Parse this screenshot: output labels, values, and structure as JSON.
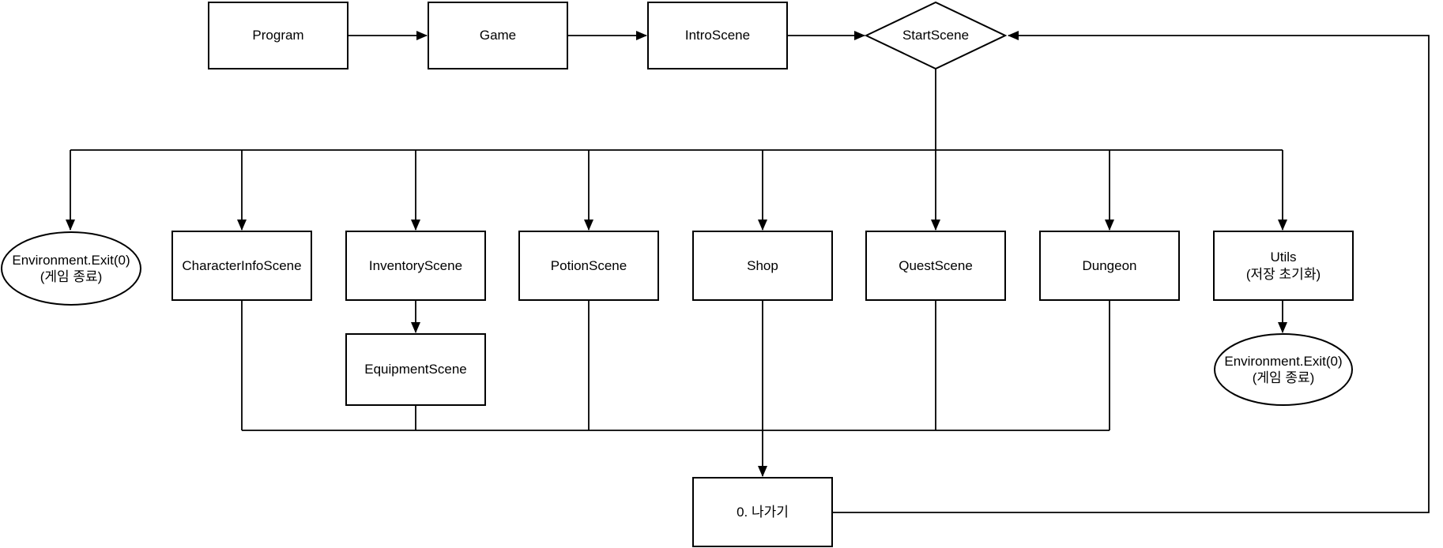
{
  "diagram_type": "flowchart",
  "colors": {
    "stroke": "#000000",
    "fill": "#ffffff",
    "background": "#ffffff",
    "text": "#000000"
  },
  "nodes": {
    "program": {
      "label": "Program",
      "shape": "rectangle"
    },
    "game": {
      "label": "Game",
      "shape": "rectangle"
    },
    "intro_scene": {
      "label": "IntroScene",
      "shape": "rectangle"
    },
    "start_scene": {
      "label": "StartScene",
      "shape": "diamond"
    },
    "exit_left": {
      "label_line1": "Environment.Exit(0)",
      "label_line2": "(게임 종료)",
      "shape": "ellipse"
    },
    "character_info_scene": {
      "label": "CharacterInfoScene",
      "shape": "rectangle"
    },
    "inventory_scene": {
      "label": "InventoryScene",
      "shape": "rectangle"
    },
    "potion_scene": {
      "label": "PotionScene",
      "shape": "rectangle"
    },
    "shop": {
      "label": "Shop",
      "shape": "rectangle"
    },
    "quest_scene": {
      "label": "QuestScene",
      "shape": "rectangle"
    },
    "dungeon": {
      "label": "Dungeon",
      "shape": "rectangle"
    },
    "utils": {
      "label_line1": "Utils",
      "label_line2": "(저장 초기화)",
      "shape": "rectangle"
    },
    "equipment_scene": {
      "label": "EquipmentScene",
      "shape": "rectangle"
    },
    "exit_right": {
      "label_line1": "Environment.Exit(0)",
      "label_line2": "(게임 종료)",
      "shape": "ellipse"
    },
    "exit_menu": {
      "label": "0. 나가기",
      "shape": "rectangle"
    }
  },
  "edges": [
    {
      "from": "Program",
      "to": "Game"
    },
    {
      "from": "Game",
      "to": "IntroScene"
    },
    {
      "from": "IntroScene",
      "to": "StartScene"
    },
    {
      "from": "StartScene",
      "to": "Environment.Exit(0) (게임 종료)"
    },
    {
      "from": "StartScene",
      "to": "CharacterInfoScene"
    },
    {
      "from": "StartScene",
      "to": "InventoryScene"
    },
    {
      "from": "StartScene",
      "to": "PotionScene"
    },
    {
      "from": "StartScene",
      "to": "Shop"
    },
    {
      "from": "StartScene",
      "to": "QuestScene"
    },
    {
      "from": "StartScene",
      "to": "Dungeon"
    },
    {
      "from": "StartScene",
      "to": "Utils (저장 초기화)"
    },
    {
      "from": "InventoryScene",
      "to": "EquipmentScene"
    },
    {
      "from": "Utils (저장 초기화)",
      "to": "Environment.Exit(0) (게임 종료)"
    },
    {
      "from": "CharacterInfoScene, EquipmentScene, PotionScene, QuestScene, Dungeon",
      "to": "0. 나가기"
    },
    {
      "from": "Shop",
      "to": "0. 나가기"
    },
    {
      "from": "0. 나가기",
      "to": "StartScene"
    }
  ]
}
